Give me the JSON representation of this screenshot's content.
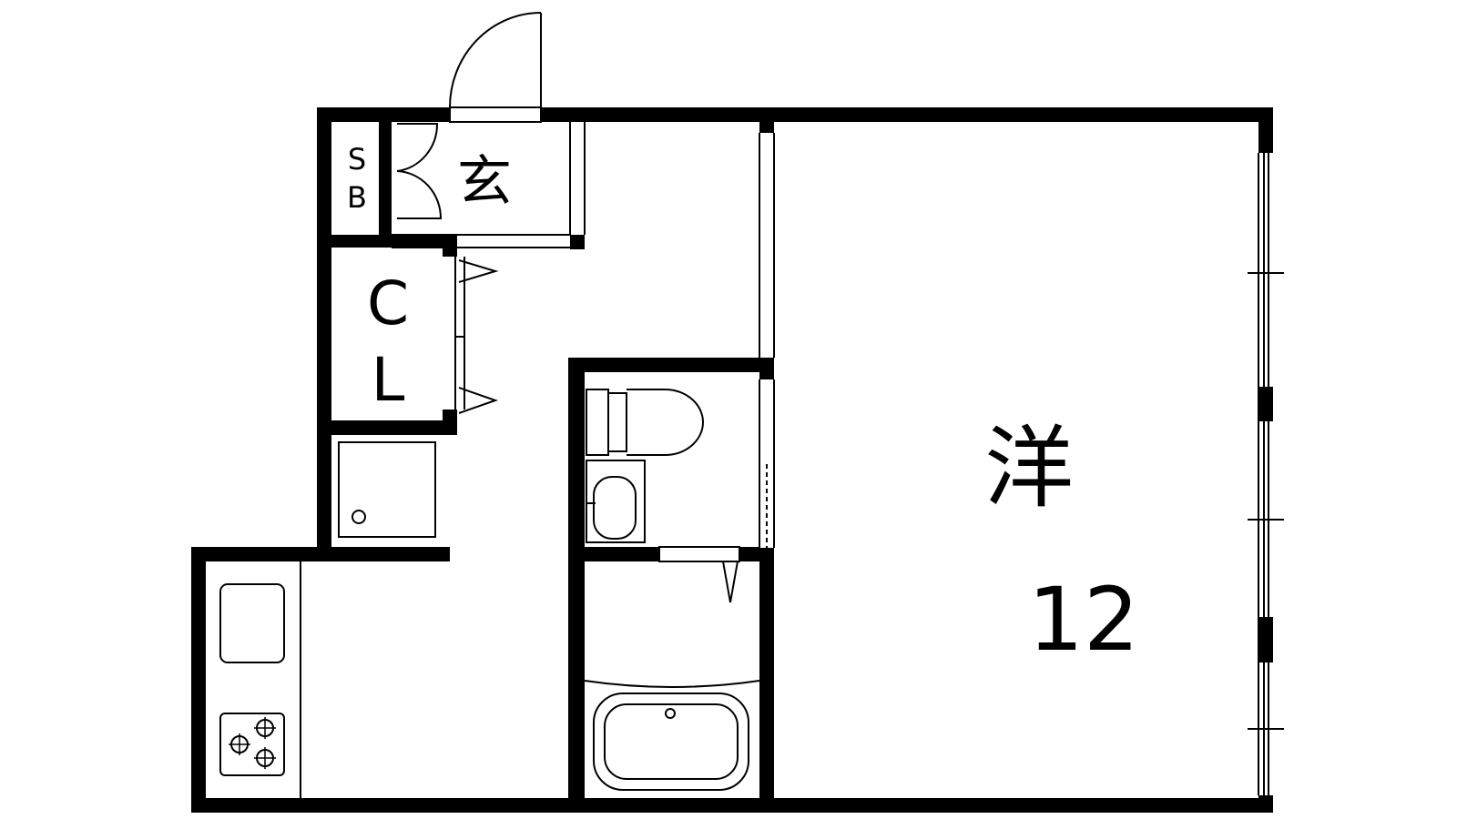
{
  "labels": {
    "shoe_box": [
      "S",
      "B"
    ],
    "entrance": "玄",
    "closet": [
      "C",
      "L"
    ],
    "western_room": "洋",
    "room_size": "12"
  },
  "colors": {
    "wall": "#000000",
    "background": "#ffffff"
  },
  "icons": [
    "entry-door-icon",
    "shoe-box-door-icon",
    "closet-door-icon",
    "washing-machine-pan-icon",
    "sink-icon",
    "stove-burner-icon",
    "toilet-icon",
    "washbasin-icon",
    "bathtub-icon",
    "window-icon"
  ]
}
